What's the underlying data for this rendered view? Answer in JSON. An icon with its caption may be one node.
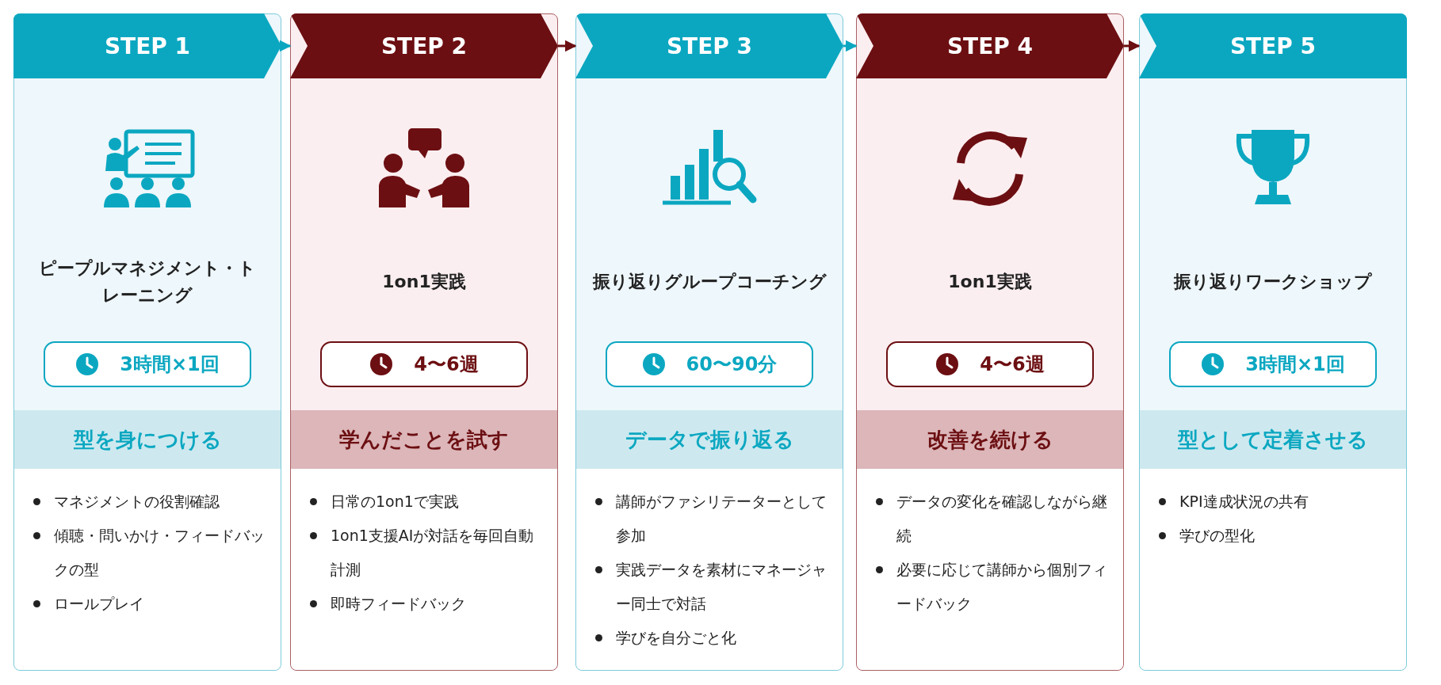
{
  "diagram": {
    "nodes": [
      {
        "text": [
          "STEP 1",
          "ピープルマネジメント・トレーニング",
          "3時間×1回",
          "型を身につける",
          "マネジメントの役割確認",
          "傾聴・問いかけ・フィードバックの型",
          "ロールプレイ"
        ]
      },
      {
        "text": [
          "STEP 2",
          "1on1実践",
          "4〜6週",
          "学んだことを試す",
          "日常の1on1で実践",
          "1on1支援AIが対話を毎回自動計測",
          "即時フィードバック"
        ]
      },
      {
        "text": [
          "STEP 3",
          "振り返りグループコーチング",
          "60〜90分",
          "データで振り返る",
          "講師がファシリテーターとして参加",
          "実践データを素材にマネージャー同士で対話",
          "学びを自分ごと化"
        ]
      },
      {
        "text": [
          "STEP 4",
          "1on1実践",
          "4〜6週",
          "改善を続ける",
          "データの変化を確認しながら継続",
          "必要に応じて講師から個別フィードバック"
        ]
      },
      {
        "text": [
          "STEP 5",
          "振り返りワークショップ",
          "3時間×1回",
          "型として定着させる",
          "KPI達成状況の共有",
          "学びの型化"
        ]
      }
    ],
    "edges": [
      {
        "from": 0,
        "to": 1,
        "arrow": "to"
      },
      {
        "from": 1,
        "to": 2,
        "arrow": "to",
        "color": "#6c0f12"
      },
      {
        "from": 2,
        "to": 3,
        "arrow": "to"
      },
      {
        "from": 3,
        "to": 4,
        "arrow": "to",
        "color": "#6c0f12"
      }
    ]
  }
}
